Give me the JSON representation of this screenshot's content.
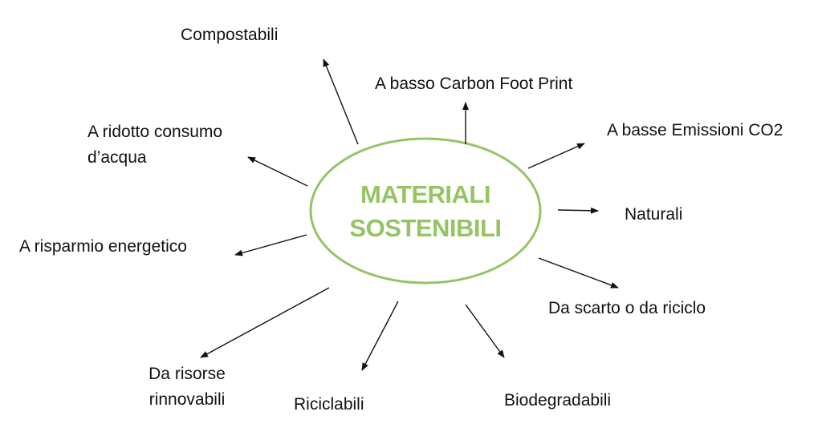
{
  "center": {
    "title": "MATERIALI\nSOSTENIBILI"
  },
  "colors": {
    "accent": "#95c464",
    "text": "#111111",
    "arrow": "#111111"
  },
  "branches": [
    {
      "key": "compostabili",
      "label": "Compostabili"
    },
    {
      "key": "basso-carbon",
      "label": "A basso Carbon Foot Print"
    },
    {
      "key": "basse-emissioni",
      "label": "A basse Emissioni CO2"
    },
    {
      "key": "naturali",
      "label": "Naturali"
    },
    {
      "key": "scarto-riciclo",
      "label": "Da scarto o da riciclo"
    },
    {
      "key": "biodegradabili",
      "label": "Biodegradabili"
    },
    {
      "key": "riciclabili",
      "label": "Riciclabili"
    },
    {
      "key": "risorse-rinnovabili",
      "label": "Da risorse\nrinnovabili"
    },
    {
      "key": "risparmio-energetico",
      "label": "A risparmio energetico"
    },
    {
      "key": "ridotto-acqua",
      "label": "A ridotto consumo\nd’acqua"
    }
  ]
}
